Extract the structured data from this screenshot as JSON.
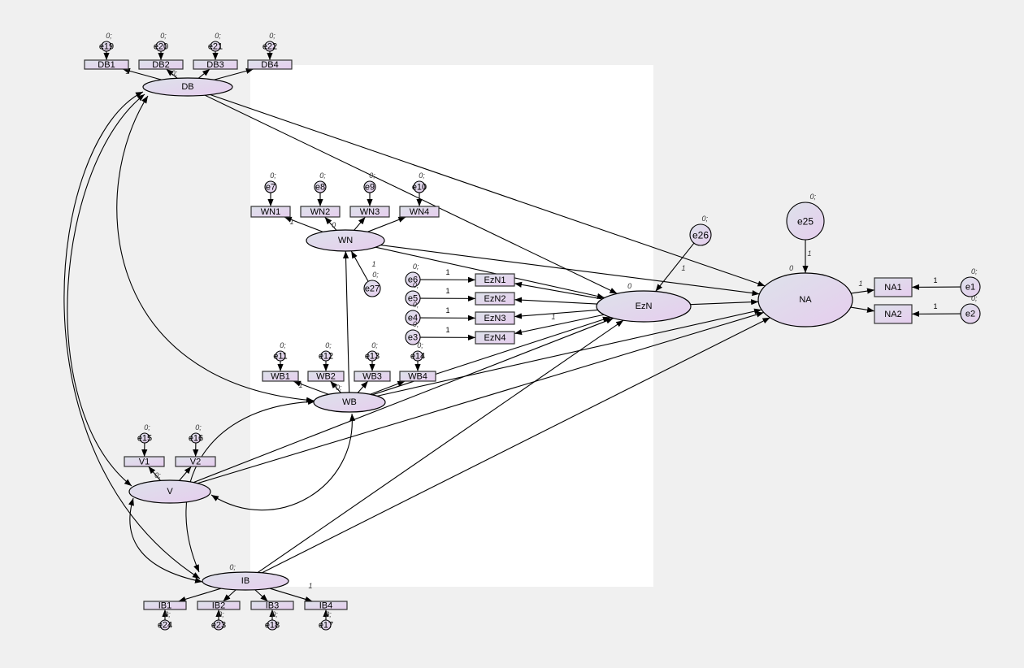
{
  "colors": {
    "background": "#f0f0f0",
    "page": "#ffffff",
    "node_start": "#dde2ea",
    "node_end": "#e6cdee",
    "stroke": "#000000"
  },
  "latents": [
    {
      "id": "DB",
      "label": "DB",
      "mean": "0;"
    },
    {
      "id": "WN",
      "label": "WN",
      "mean": "0"
    },
    {
      "id": "WB",
      "label": "WB",
      "mean": "0;"
    },
    {
      "id": "V",
      "label": "V",
      "mean": "0;"
    },
    {
      "id": "IB",
      "label": "IB",
      "mean": "0;"
    },
    {
      "id": "EzN",
      "label": "EzN",
      "mean": "0"
    },
    {
      "id": "NA",
      "label": "NA",
      "mean": "0"
    }
  ],
  "observed": [
    {
      "id": "DB1",
      "label": "DB1"
    },
    {
      "id": "DB2",
      "label": "DB2"
    },
    {
      "id": "DB3",
      "label": "DB3"
    },
    {
      "id": "DB4",
      "label": "DB4"
    },
    {
      "id": "WN1",
      "label": "WN1"
    },
    {
      "id": "WN2",
      "label": "WN2"
    },
    {
      "id": "WN3",
      "label": "WN3"
    },
    {
      "id": "WN4",
      "label": "WN4"
    },
    {
      "id": "EzN1",
      "label": "EzN1"
    },
    {
      "id": "EzN2",
      "label": "EzN2"
    },
    {
      "id": "EzN3",
      "label": "EzN3"
    },
    {
      "id": "EzN4",
      "label": "EzN4"
    },
    {
      "id": "WB1",
      "label": "WB1"
    },
    {
      "id": "WB2",
      "label": "WB2"
    },
    {
      "id": "WB3",
      "label": "WB3"
    },
    {
      "id": "WB4",
      "label": "WB4"
    },
    {
      "id": "V1",
      "label": "V1"
    },
    {
      "id": "V2",
      "label": "V2"
    },
    {
      "id": "IB1",
      "label": "IB1"
    },
    {
      "id": "IB2",
      "label": "IB2"
    },
    {
      "id": "IB3",
      "label": "IB3"
    },
    {
      "id": "IB4",
      "label": "IB4"
    },
    {
      "id": "NA1",
      "label": "NA1"
    },
    {
      "id": "NA2",
      "label": "NA2"
    }
  ],
  "errors": [
    {
      "id": "e19",
      "label": "e19",
      "mean": "0;"
    },
    {
      "id": "e20",
      "label": "e20",
      "mean": "0;"
    },
    {
      "id": "e21",
      "label": "e21",
      "mean": "0;"
    },
    {
      "id": "e22",
      "label": "e22",
      "mean": "0;"
    },
    {
      "id": "e7",
      "label": "e7",
      "mean": "0;"
    },
    {
      "id": "e8",
      "label": "e8",
      "mean": "0;"
    },
    {
      "id": "e9",
      "label": "e9",
      "mean": "0;"
    },
    {
      "id": "e10",
      "label": "e10",
      "mean": "0;"
    },
    {
      "id": "e6",
      "label": "e6",
      "mean": "0;"
    },
    {
      "id": "e5",
      "label": "e5",
      "mean": "0;"
    },
    {
      "id": "e4",
      "label": "e4",
      "mean": "0;"
    },
    {
      "id": "e3",
      "label": "e3",
      "mean": "0;"
    },
    {
      "id": "e11",
      "label": "e11",
      "mean": "0;"
    },
    {
      "id": "e12",
      "label": "e12",
      "mean": "0;"
    },
    {
      "id": "e13",
      "label": "e13",
      "mean": "0;"
    },
    {
      "id": "e14",
      "label": "e14",
      "mean": "0;"
    },
    {
      "id": "e15",
      "label": "e15",
      "mean": "0;"
    },
    {
      "id": "e16",
      "label": "e16",
      "mean": "0;"
    },
    {
      "id": "e24",
      "label": "e24",
      "mean": "0;"
    },
    {
      "id": "e23",
      "label": "e23",
      "mean": "0;"
    },
    {
      "id": "e18",
      "label": "e18",
      "mean": "0;"
    },
    {
      "id": "e17",
      "label": "e17",
      "mean": "0;"
    },
    {
      "id": "e26",
      "label": "e26",
      "mean": "0;"
    },
    {
      "id": "e25",
      "label": "e25",
      "mean": "0;"
    },
    {
      "id": "e27",
      "label": "e27",
      "mean": "0;"
    },
    {
      "id": "e1",
      "label": "e1",
      "mean": "0;"
    },
    {
      "id": "e2",
      "label": "e2",
      "mean": "0;"
    }
  ],
  "coefficients": {
    "fixed": "1"
  }
}
